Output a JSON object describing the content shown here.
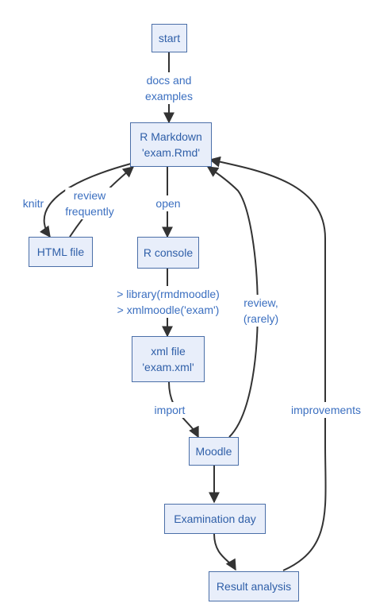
{
  "nodes": {
    "start": {
      "lines": [
        "start"
      ]
    },
    "rmarkdown": {
      "lines": [
        "R Markdown",
        "'exam.Rmd'"
      ]
    },
    "html_file": {
      "lines": [
        "HTML file"
      ]
    },
    "r_console": {
      "lines": [
        "R console"
      ]
    },
    "xml_file": {
      "lines": [
        "xml file",
        "'exam.xml'"
      ]
    },
    "moodle": {
      "lines": [
        "Moodle"
      ]
    },
    "examination_day": {
      "lines": [
        "Examination day"
      ]
    },
    "result_analysis": {
      "lines": [
        "Result analysis"
      ]
    }
  },
  "edges": {
    "docs": {
      "lines": [
        "docs and",
        "examples"
      ]
    },
    "knitr": {
      "lines": [
        "knitr"
      ]
    },
    "review_freq": {
      "lines": [
        "review",
        "frequently"
      ]
    },
    "open": {
      "lines": [
        "open"
      ]
    },
    "library": {
      "lines": [
        "> library(rmdmoodle)",
        "> xmlmoodle('exam')"
      ]
    },
    "import": {
      "lines": [
        "import"
      ]
    },
    "review_rarely": {
      "lines": [
        "review,",
        "(rarely)"
      ]
    },
    "improvements": {
      "lines": [
        "improvements"
      ]
    }
  },
  "colors": {
    "node_fill": "#e8eefa",
    "node_border": "#4b6fa8",
    "text": "#2f5fa8",
    "edge": "#333333"
  }
}
